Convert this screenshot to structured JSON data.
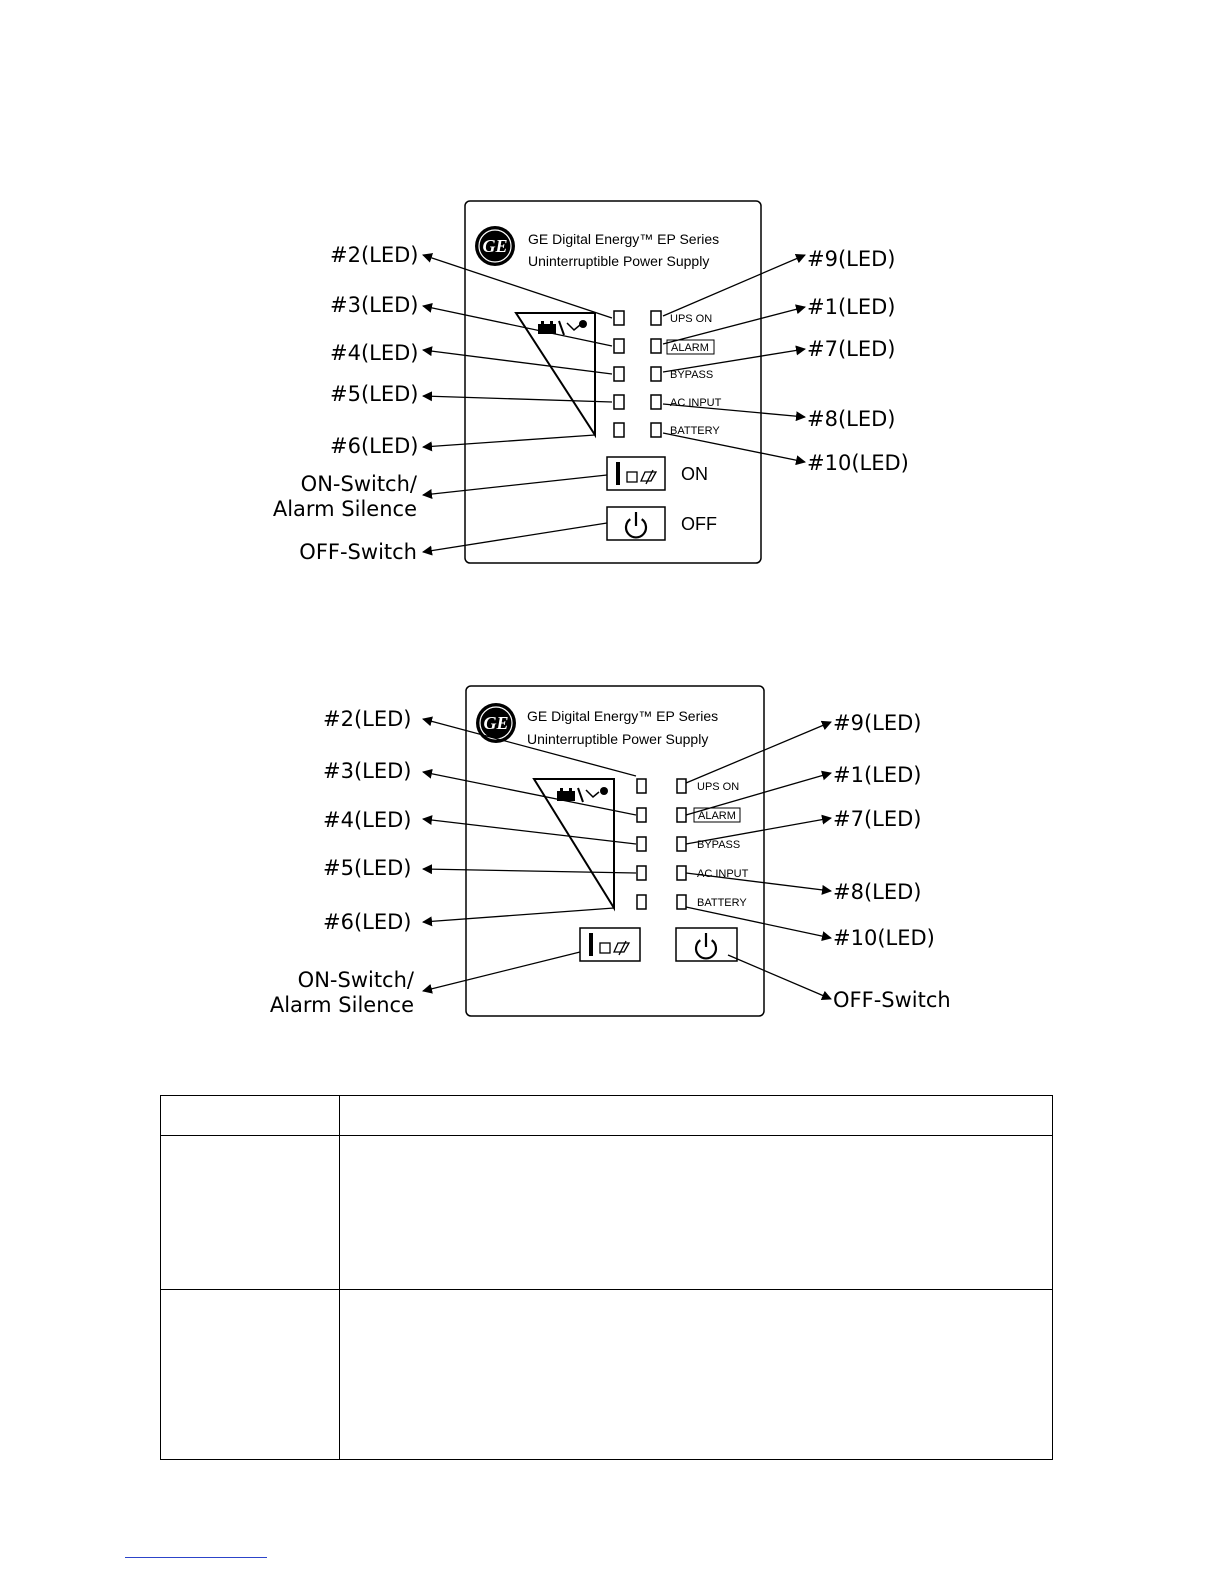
{
  "logo": {
    "monogram": "GE"
  },
  "panel": {
    "brand_line1": "GE Digital Energy™ EP Series",
    "brand_line2": "Uninterruptible Power Supply"
  },
  "status_leds": {
    "ups_on": "UPS ON",
    "alarm": "ALARM",
    "bypass": "BYPASS",
    "ac_input": "AC INPUT",
    "battery": "BATTERY"
  },
  "switch_labels": {
    "on": "ON",
    "off": "OFF"
  },
  "callouts": {
    "led2": "#2(LED)",
    "led3": "#3(LED)",
    "led4": "#4(LED)",
    "led5": "#5(LED)",
    "led6": "#6(LED)",
    "led9": "#9(LED)",
    "led1": "#1(LED)",
    "led7": "#7(LED)",
    "led8": "#8(LED)",
    "led10": "#10(LED)",
    "on_switch_1": "ON-Switch/",
    "on_switch_2": "Alarm Silence",
    "off_switch": "OFF-Switch"
  },
  "table": {
    "rows": [
      [
        "",
        ""
      ],
      [
        "",
        ""
      ],
      [
        "",
        ""
      ]
    ]
  },
  "colors": {
    "line": "#000000",
    "footer_rule": "#2c44c9"
  }
}
